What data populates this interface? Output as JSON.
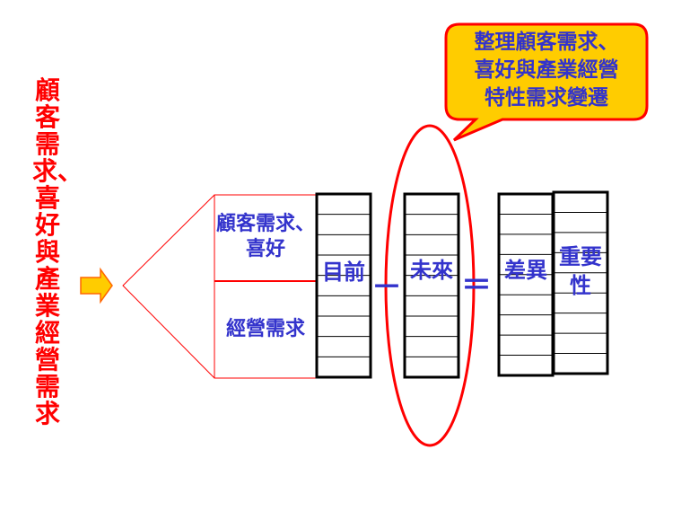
{
  "side_title": "顧客需求、喜好與產業經營需求",
  "callout": {
    "lines": [
      "整理顧客需求、",
      "喜好與產業經營",
      "特性需求變遷"
    ]
  },
  "left_box": {
    "top": "顧客需求、喜好",
    "bottom": "經營需求"
  },
  "columns": {
    "current": "目前",
    "future": "未來",
    "difference": "差異",
    "importance": "重要性"
  },
  "operators": {
    "minus": "－",
    "equals": "＝"
  },
  "colors": {
    "red": "#ff0000",
    "blue": "#3333cc",
    "yellow": "#ffcc00"
  }
}
